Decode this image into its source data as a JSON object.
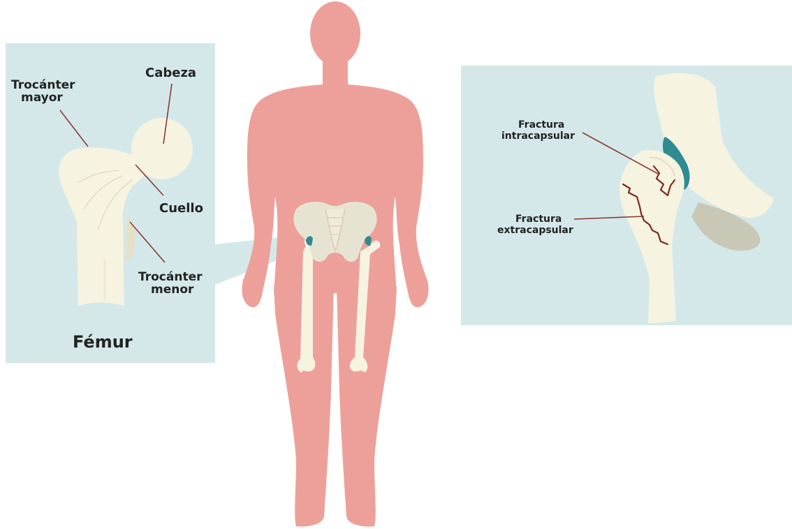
{
  "colors": {
    "panel": "#d4e8ea",
    "skin": "#eda09a",
    "bone": "#f6f3e1",
    "bone_shadow": "#e6e0c8",
    "pelvis": "#e7e3d3",
    "cartilage": "#2e8b91",
    "crack": "#7b2a1c",
    "leader": "#8a3a33",
    "text": "#222222"
  },
  "femur_panel": {
    "labels": {
      "greater_trochanter_line1": "Trocánter",
      "greater_trochanter_line2": "mayor",
      "head": "Cabeza",
      "neck": "Cuello",
      "lesser_trochanter_line1": "Trocánter",
      "lesser_trochanter_line2": "menor"
    },
    "caption": "Fémur"
  },
  "hip_panel": {
    "labels": {
      "intracapsular_line1": "Fractura",
      "intracapsular_line2": "intracapsular",
      "extracapsular_line1": "Fractura",
      "extracapsular_line2": "extracapsular"
    }
  },
  "icons": {
    "body": "human-silhouette",
    "skeleton": "pelvis-and-femurs",
    "femur": "proximal-femur",
    "hip": "hip-joint-with-fractures"
  }
}
